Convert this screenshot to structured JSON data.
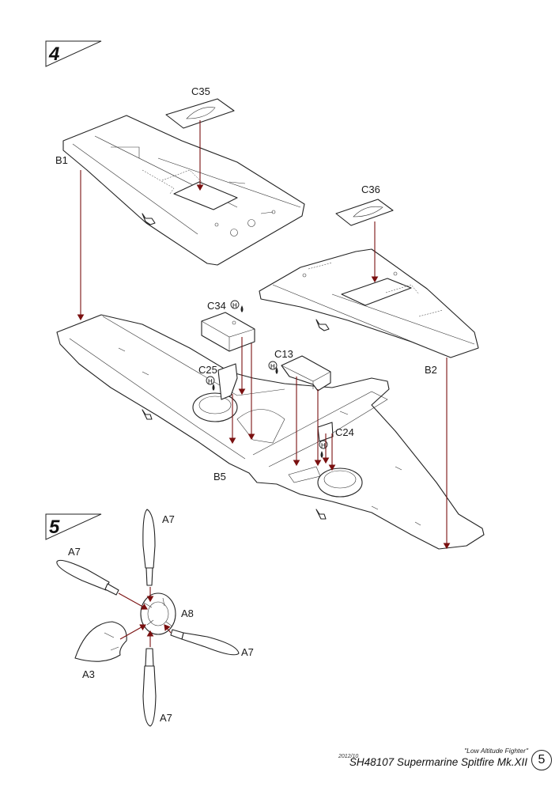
{
  "steps": [
    {
      "number": "4",
      "parts": {
        "b1": "B1",
        "b2": "B2",
        "b5": "B5",
        "c35": "C35",
        "c36": "C36",
        "c34": "C34",
        "c13": "C13",
        "c25": "C25",
        "c24": "C24"
      },
      "glue_marker": "H"
    },
    {
      "number": "5",
      "parts": {
        "a7_top": "A7",
        "a7_left": "A7",
        "a7_right": "A7",
        "a7_bottom": "A7",
        "a8": "A8",
        "a3": "A3"
      }
    }
  ],
  "footer": {
    "date": "2012/10",
    "subtitle": "\"Low Altitude Fighter\"",
    "title": "SH48107 Supermarine Spitfire Mk.XII",
    "page": "5"
  },
  "colors": {
    "arrow": "#7a1010",
    "line": "#222222"
  }
}
